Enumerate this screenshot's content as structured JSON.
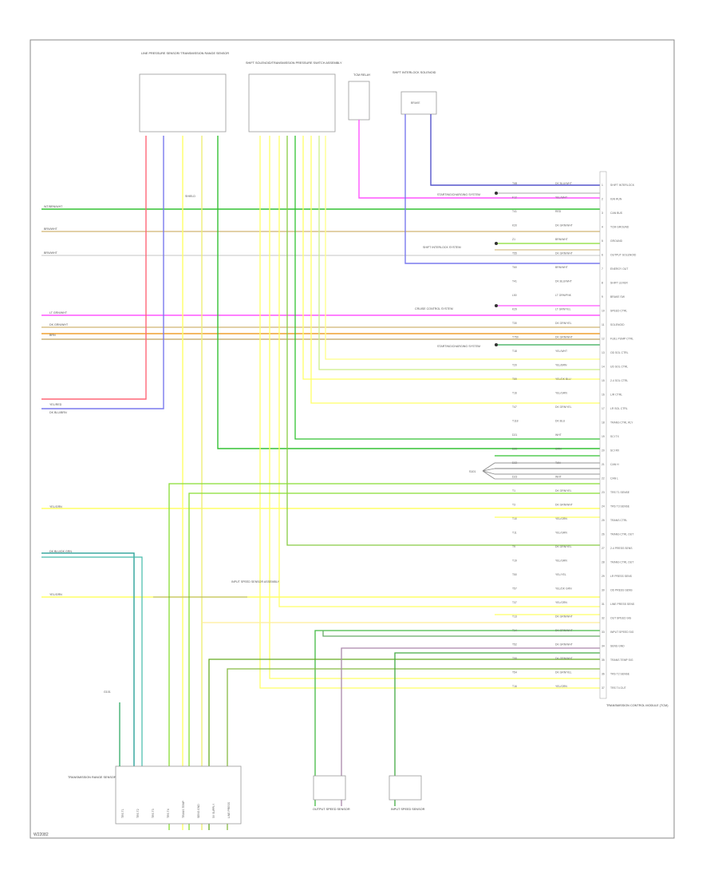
{
  "figure_code": "W22082",
  "colors": {
    "green": "#33c233",
    "tan": "#d8c08a",
    "gray": "#bbbbbb",
    "pink": "#ff55ff",
    "orange": "#f0a030",
    "yellow": "#ffff66",
    "blue": "#7a7aee",
    "red": "#ff6677",
    "teal": "#3aa8a0",
    "olive": "#aacc44",
    "frame": "#888888"
  },
  "components": {
    "pressure_module": {
      "name": "LINE PRESSURE SENSOR/ TRANSMISSION RANGE SENSOR"
    },
    "solenoid_pack": {
      "name": "SHIFT SOLENOID/TRANSMISSION PRESSURE SWITCH ASSEMBLY"
    },
    "relay": {
      "name": "TCM RELAY"
    },
    "shift_interlock": {
      "name": "SHIFT INTERLOCK SOLENOID",
      "box": "BRAKE"
    },
    "tcm": {
      "name": "TRANSMISSION CONTROL MODULE (TCM)"
    },
    "range_sensor": {
      "name": "TRANSMISSION RANGE SENSOR (TRS)"
    },
    "input_speed": {
      "name": "INPUT SPEED SENSOR"
    },
    "output_speed": {
      "name": "OUTPUT SPEED SENSOR"
    },
    "line_pressure_sensor": {
      "name": "INPUT SPEED SENSOR ASSEMBLY"
    },
    "splice_label": "S101",
    "ground_label": "G101",
    "shield_label": "SHIELD"
  },
  "systems": [
    "STARTING/CHARGING SYSTEM",
    "SHIFT INTERLOCK SYSTEM",
    "CRUISE CONTROL SYSTEM",
    "STARTING/CHARGING SYSTEM"
  ],
  "left_labels": [
    "WT/BRN/WHT",
    "BRN/WHT",
    "BRN/WHT",
    "LT GRN/WHT",
    "DK GRN/WHT",
    "BRN",
    "YEL/RED",
    "DK BLU/BRN",
    "YEL/GRN",
    "DK BLU/DK GRN",
    "YEL/GRN"
  ],
  "right_rows": [
    {
      "code": "T6B",
      "wire": "DK BLU/WHT",
      "func": "SHIFT INTERLOCK"
    },
    {
      "code": "F12",
      "wire": "YEL/WHT",
      "func": "IGN RUN"
    },
    {
      "code": "T41",
      "wire": "RED",
      "func": "CAN BUS"
    },
    {
      "code": "K20",
      "wire": "DK GRN/WHT",
      "func": "TCM GROUND"
    },
    {
      "code": "Z1",
      "wire": "BRN/WHT",
      "func": "GROUND"
    },
    {
      "code": "T55",
      "wire": "DK GRN/WHT",
      "func": "OUTPUT SOLENOID"
    },
    {
      "code": "T60",
      "wire": "BRN/WHT",
      "func": "ENERGY OUT"
    },
    {
      "code": "T41",
      "wire": "DK BLU/WHT",
      "func": "SHIFT LEVER"
    },
    {
      "code": "L50",
      "wire": "LT GRN/PNK",
      "func": "BRAKE SW"
    },
    {
      "code": "K29",
      "wire": "LT GRN/YEL",
      "func": "SPEED CTRL"
    },
    {
      "code": "T30",
      "wire": "DK GRN/YEL",
      "func": "SOLENOID"
    },
    {
      "code": "T750",
      "wire": "DK GRN/WHT",
      "func": "FUEL PUMP CTRL"
    },
    {
      "code": "T18",
      "wire": "YEL/WHT",
      "func": "OD SOL CTRL"
    },
    {
      "code": "T20",
      "wire": "YEL/BRN",
      "func": "UD SOL CTRL"
    },
    {
      "code": "T59",
      "wire": "YEL/DK BLU",
      "func": "2-4 SOL CTRL"
    },
    {
      "code": "T16",
      "wire": "YEL/GRN",
      "func": "L/R CTRL"
    },
    {
      "code": "T47",
      "wire": "DK GRN/YEL",
      "func": "LR SOL CTRL"
    },
    {
      "code": "T118",
      "wire": "DK BLU",
      "func": "TRANS CTRL RLY"
    },
    {
      "code": "D21",
      "wire": "WHT",
      "func": "SCI TX"
    },
    {
      "code": "D20",
      "wire": "GRN",
      "func": "SCI RX"
    },
    {
      "code": "D22",
      "wire": "TAN",
      "func": "CAN H"
    },
    {
      "code": "D23",
      "wire": "WHT",
      "func": "CAN L"
    },
    {
      "code": "T1",
      "wire": "DK GRN/YEL",
      "func": "TRS T1 SENSE"
    },
    {
      "code": "T3",
      "wire": "DK GRN/WHT",
      "func": "TRS T3 SENSE"
    },
    {
      "code": "T10",
      "wire": "YEL/GRN",
      "func": "TRANS CTRL"
    },
    {
      "code": "T11",
      "wire": "YEL/GRN",
      "func": "TRANS CTRL OUT"
    },
    {
      "code": "T9",
      "wire": "DK GRN/YEL",
      "func": "2-4 PRESS SENS"
    },
    {
      "code": "T19",
      "wire": "YEL/GRN",
      "func": "TRANS CTRL OUT"
    },
    {
      "code": "T50",
      "wire": "YEL/YEL",
      "func": "LR PRESS SENS"
    },
    {
      "code": "T57",
      "wire": "YEL/DK GRN",
      "func": "OD PRESS SENS"
    },
    {
      "code": "T37",
      "wire": "YEL/GRN",
      "func": "LINE PRESS SENS"
    },
    {
      "code": "T13",
      "wire": "DK GRN/WHT",
      "func": "OUT SPEED SIG"
    },
    {
      "code": "T14",
      "wire": "DK GRN/WHT",
      "func": "INPUT SPEED SIG"
    },
    {
      "code": "T52",
      "wire": "DK GRN/WHT",
      "func": "SENS GND"
    },
    {
      "code": "T58",
      "wire": "DK GRN/WHT",
      "func": "TRANS TEMP SIG"
    },
    {
      "code": "T54",
      "wire": "DK GRN/YEL",
      "func": "TRS T2 SENSE"
    },
    {
      "code": "T16",
      "wire": "YEL/GRN",
      "func": "TRS T4 OUT"
    }
  ],
  "bottom_module_pins": [
    "TRS T1",
    "TRS T2",
    "TRS T3",
    "TRS T4",
    "TRANS TEMP",
    "SENS GND",
    "5V SUPPLY",
    "LINE PRESS"
  ]
}
